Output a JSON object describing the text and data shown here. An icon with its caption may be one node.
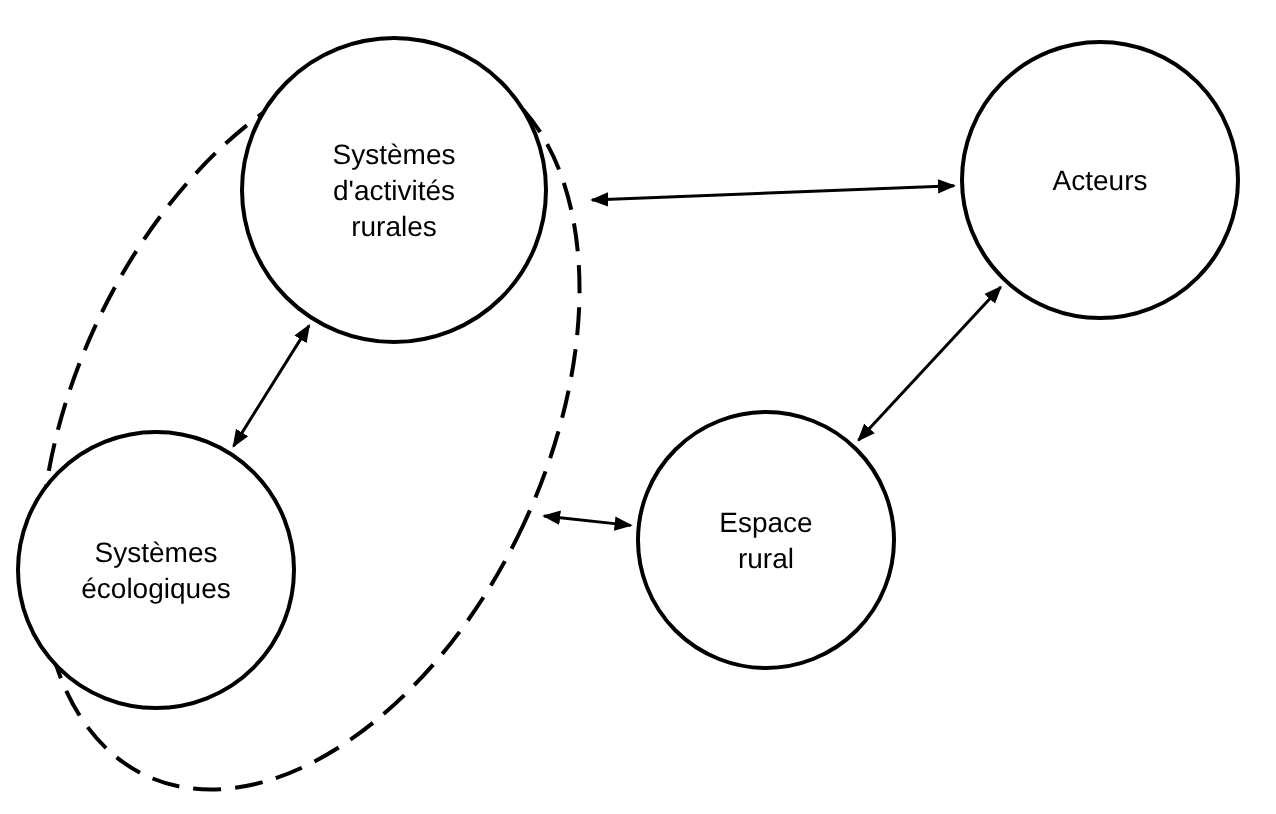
{
  "diagram": {
    "nodes": [
      {
        "text": [],
        "shape": "ellipse"
      },
      {
        "text": [
          "Systèmes d'activités rurales"
        ],
        "in": 0
      },
      {
        "text": [
          "Systèmes écologiques"
        ],
        "in": 0
      },
      {
        "text": [
          "Espace rural"
        ]
      },
      {
        "text": [
          "Acteurs"
        ]
      }
    ],
    "edges": [
      {
        "from": 0,
        "to": 4,
        "arrow": "both"
      },
      {
        "from": 1,
        "to": 2,
        "arrow": "both"
      },
      {
        "from": 0,
        "to": 3,
        "arrow": "both"
      },
      {
        "from": 3,
        "to": 4,
        "arrow": "both"
      }
    ]
  }
}
